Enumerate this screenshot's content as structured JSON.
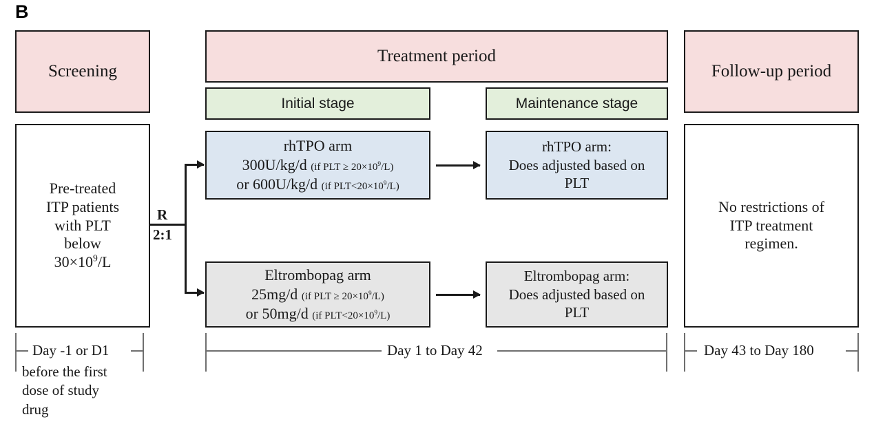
{
  "figure": {
    "panel_label": "B",
    "colors": {
      "pink": "#f7dede",
      "green": "#e3efdb",
      "blue": "#dce6f1",
      "grey": "#e6e6e6",
      "border": "#1a1a1a",
      "timeline": "#6f6f6f"
    }
  },
  "headers": {
    "screening": "Screening",
    "treatment_period": "Treatment period",
    "followup_period": "Follow-up period",
    "initial_stage": "Initial stage",
    "maintenance_stage": "Maintenance stage"
  },
  "population": {
    "line1": "Pre-treated",
    "line2": "ITP patients",
    "line3": "with PLT",
    "line4": "below",
    "line5_pre": "30×10",
    "line5_sup": "9",
    "line5_post": "/L"
  },
  "randomization": {
    "label": "R",
    "ratio": "2:1"
  },
  "arms": {
    "rhtpo": {
      "title": "rhTPO  arm",
      "dose1_main": "300U/kg/d",
      "dose1_note_pre": "(if PLT ≥ 20×10",
      "dose1_note_sup": "9",
      "dose1_note_post": "/L)",
      "dose2_main": "or 600U/kg/d",
      "dose2_note_pre": "(if PLT<20×10",
      "dose2_note_sup": "9",
      "dose2_note_post": "/L)"
    },
    "eltrombopag": {
      "title": "Eltrombopag arm",
      "dose1_main": "25mg/d",
      "dose1_note_pre": "(if PLT ≥ 20×10",
      "dose1_note_sup": "9",
      "dose1_note_post": "/L)",
      "dose2_main": "or 50mg/d",
      "dose2_note_pre": "(if PLT<20×10",
      "dose2_note_sup": "9",
      "dose2_note_post": "/L)"
    }
  },
  "maintenance": {
    "rhtpo": {
      "line1": "rhTPO  arm:",
      "line2": "Does adjusted based on",
      "line3": "PLT"
    },
    "eltrombopag": {
      "line1": "Eltrombopag arm:",
      "line2": "Does adjusted based on",
      "line3": "PLT"
    }
  },
  "followup": {
    "line1": "No restrictions of",
    "line2": "ITP treatment",
    "line3": "regimen."
  },
  "timeline": {
    "screening_label": "Day -1 or D1",
    "screening_note_line1": "before the first",
    "screening_note_line2": "dose of study",
    "screening_note_line3": "drug",
    "treatment_label": "Day 1 to Day 42",
    "followup_label": "Day 43 to Day 180"
  }
}
